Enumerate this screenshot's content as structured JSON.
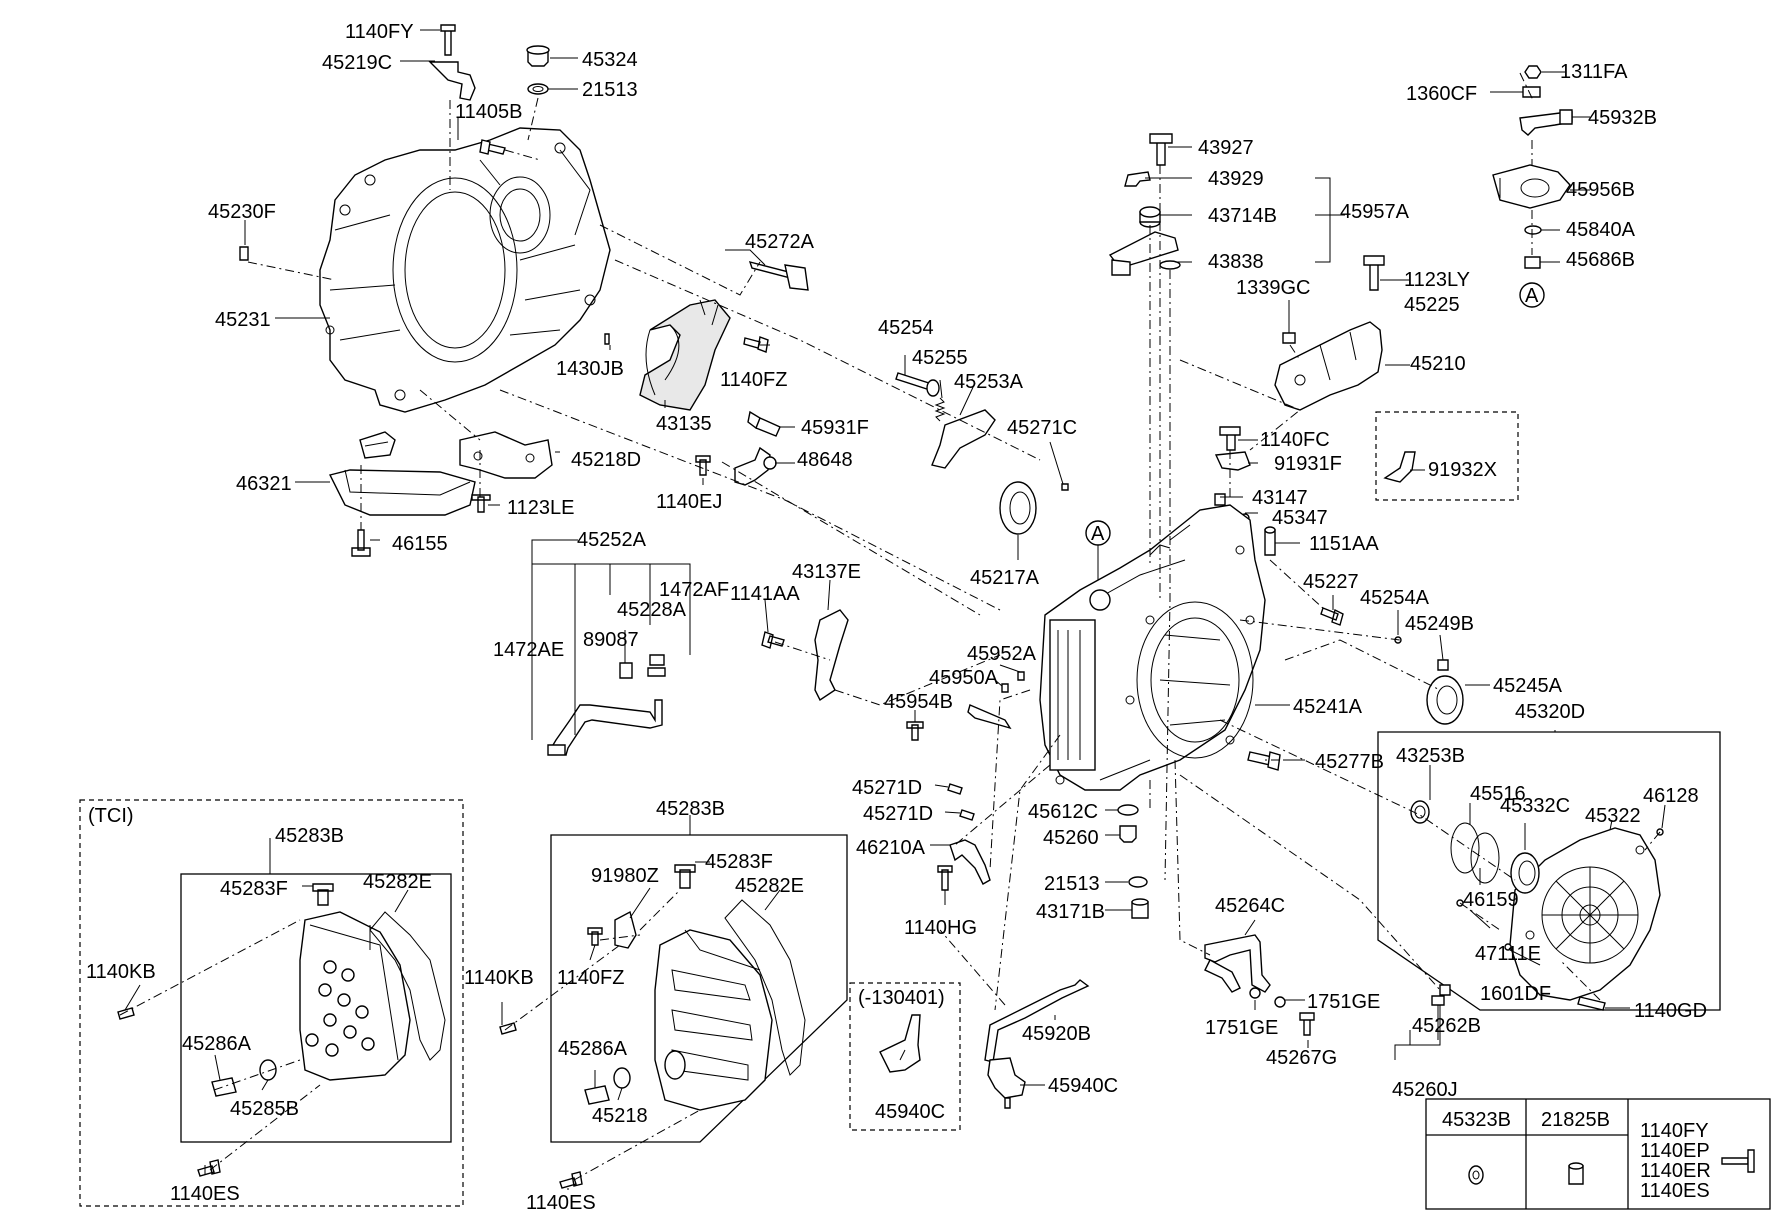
{
  "labels": {
    "p1140fy_top": "1140FY",
    "p45219c": "45219C",
    "p45324": "45324",
    "p21513_top": "21513",
    "p11405b": "11405B",
    "p45230f": "45230F",
    "p45231": "45231",
    "p45272a": "45272A",
    "p1430jb": "1430JB",
    "p1140fz_top": "1140FZ",
    "p43135": "43135",
    "p46321": "46321",
    "p45218d": "45218D",
    "p1123le": "1123LE",
    "p46155": "46155",
    "p45254": "45254",
    "p45255": "45255",
    "p45253a": "45253A",
    "p45931f": "45931F",
    "p48648": "48648",
    "p1140ej": "1140EJ",
    "p45271c": "45271C",
    "p43927": "43927",
    "p43929": "43929",
    "p43714b": "43714B",
    "p45957a": "45957A",
    "p43838": "43838",
    "p1339gc": "1339GC",
    "p1123ly": "1123LY",
    "p45225": "45225",
    "p45210": "45210",
    "p1311fa": "1311FA",
    "p1360cf": "1360CF",
    "p45932b": "45932B",
    "p45956b": "45956B",
    "p45840a": "45840A",
    "p45686b": "45686B",
    "ref_a_top": "A",
    "p1140fc": "1140FC",
    "p91931f": "91931F",
    "p91932x": "91932X",
    "p43147": "43147",
    "p45347": "45347",
    "p1151aa": "1151AA",
    "p45217a": "45217A",
    "ref_a_mid": "A",
    "p45227": "45227",
    "p45254a": "45254A",
    "p45249b": "45249B",
    "p45245a": "45245A",
    "p45241a": "45241A",
    "p45252a": "45252A",
    "p1472af": "1472AF",
    "p45228a": "45228A",
    "p89087": "89087",
    "p1472ae": "1472AE",
    "p1141aa": "1141AA",
    "p43137e": "43137E",
    "p45952a": "45952A",
    "p45950a": "45950A",
    "p45954b": "45954B",
    "p45277b": "45277B",
    "p45320d": "45320D",
    "p43253b": "43253B",
    "p45516": "45516",
    "p45332c": "45332C",
    "p45322": "45322",
    "p46128": "46128",
    "p46159": "46159",
    "p47111e": "47111E",
    "p1601df": "1601DF",
    "p1140gd": "1140GD",
    "p45262b": "45262B",
    "p45260j": "45260J",
    "p45271d_1": "45271D",
    "p45271d_2": "45271D",
    "p46210a": "46210A",
    "p1140hg": "1140HG",
    "p45612c": "45612C",
    "p45260": "45260",
    "p21513_mid": "21513",
    "p43171b": "43171B",
    "p45264c": "45264C",
    "p1751ge_r": "1751GE",
    "p1751ge_l": "1751GE",
    "p45267g": "45267G",
    "p45920b": "45920B",
    "p45940c_main": "45940C",
    "tci_tag": "(TCI)",
    "p45283b_l": "45283B",
    "p45283f_l": "45283F",
    "p45282e_l": "45282E",
    "p1140kb_l": "1140KB",
    "p45286a_l": "45286A",
    "p45285b": "45285B",
    "p1140es_l": "1140ES",
    "p45283b_r": "45283B",
    "p91980z": "91980Z",
    "p45283f_r": "45283F",
    "p45282e_r": "45282E",
    "p1140kb_r": "1140KB",
    "p1140fz_mid": "1140FZ",
    "p45286a_r": "45286A",
    "p45218": "45218",
    "p1140es_r": "1140ES",
    "date_tag": "(-130401)",
    "p45940c_box": "45940C"
  },
  "legend_table": {
    "col1": "45323B",
    "col2": "21825B",
    "bolts": [
      "1140FY",
      "1140EP",
      "1140ER",
      "1140ES"
    ]
  }
}
